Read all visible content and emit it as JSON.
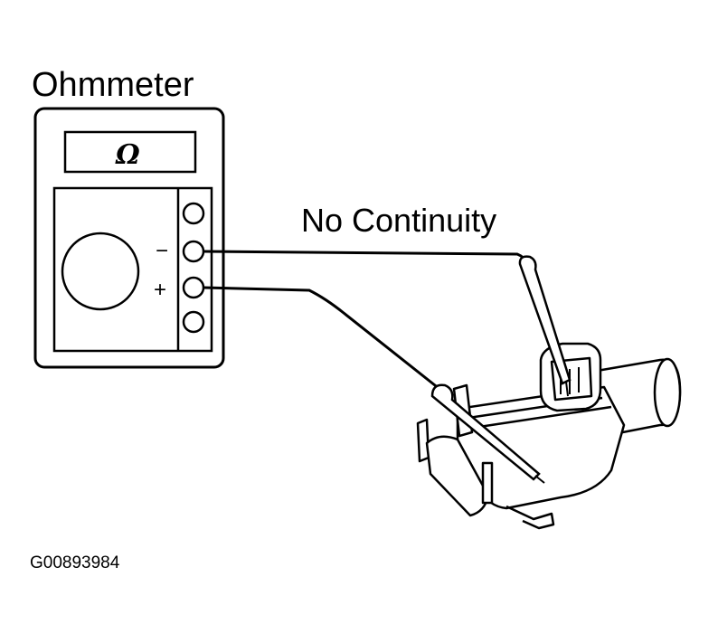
{
  "diagram": {
    "title": "Ohmmeter",
    "display_symbol": "Ω",
    "result_label": "No Continuity",
    "terminal_negative": "−",
    "terminal_positive": "+",
    "figure_code": "G00893984"
  },
  "icons": {
    "meter": "ohmmeter-icon",
    "dial": "rotary-dial-icon",
    "probe": "test-probe-icon",
    "component": "vacuum-switching-valve-icon"
  },
  "colors": {
    "ink": "#000000",
    "paper": "#ffffff"
  }
}
